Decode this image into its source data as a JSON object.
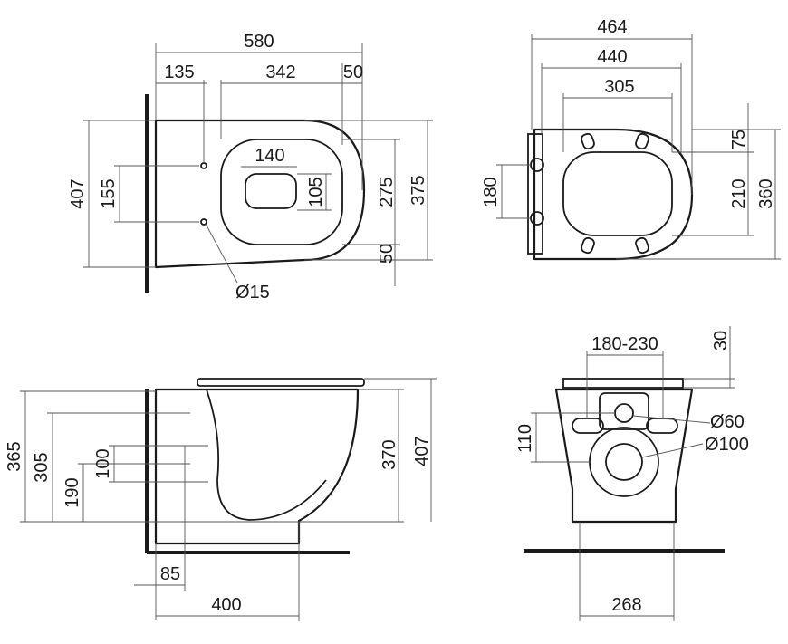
{
  "top_view": {
    "total_length": "580",
    "wall_to_bolt": "135",
    "bowl_opening_length": "342",
    "rear_offset": "50",
    "total_width": "407",
    "bolt_spacing": "155",
    "outlet_width": "140",
    "outlet_depth": "105",
    "bowl_opening_width": "275",
    "rim_width": "375",
    "front_offset": "50",
    "bolt_diameter": "Ø15"
  },
  "seat_top_view": {
    "overall_length": "464",
    "length_440": "440",
    "length_305": "305",
    "hinge_spacing": "180",
    "dim_75": "75",
    "dim_210": "210",
    "overall_width": "360"
  },
  "side_view": {
    "height_365": "365",
    "height_305": "305",
    "height_190": "190",
    "dim_100": "100",
    "height_370": "370",
    "height_407": "407",
    "dim_85": "85",
    "depth_400": "400"
  },
  "rear_view": {
    "bolt_range": "180-230",
    "seat_thickness": "30",
    "dim_110": "110",
    "inlet_diameter": "Ø60",
    "outlet_diameter": "Ø100",
    "base_width": "268"
  }
}
